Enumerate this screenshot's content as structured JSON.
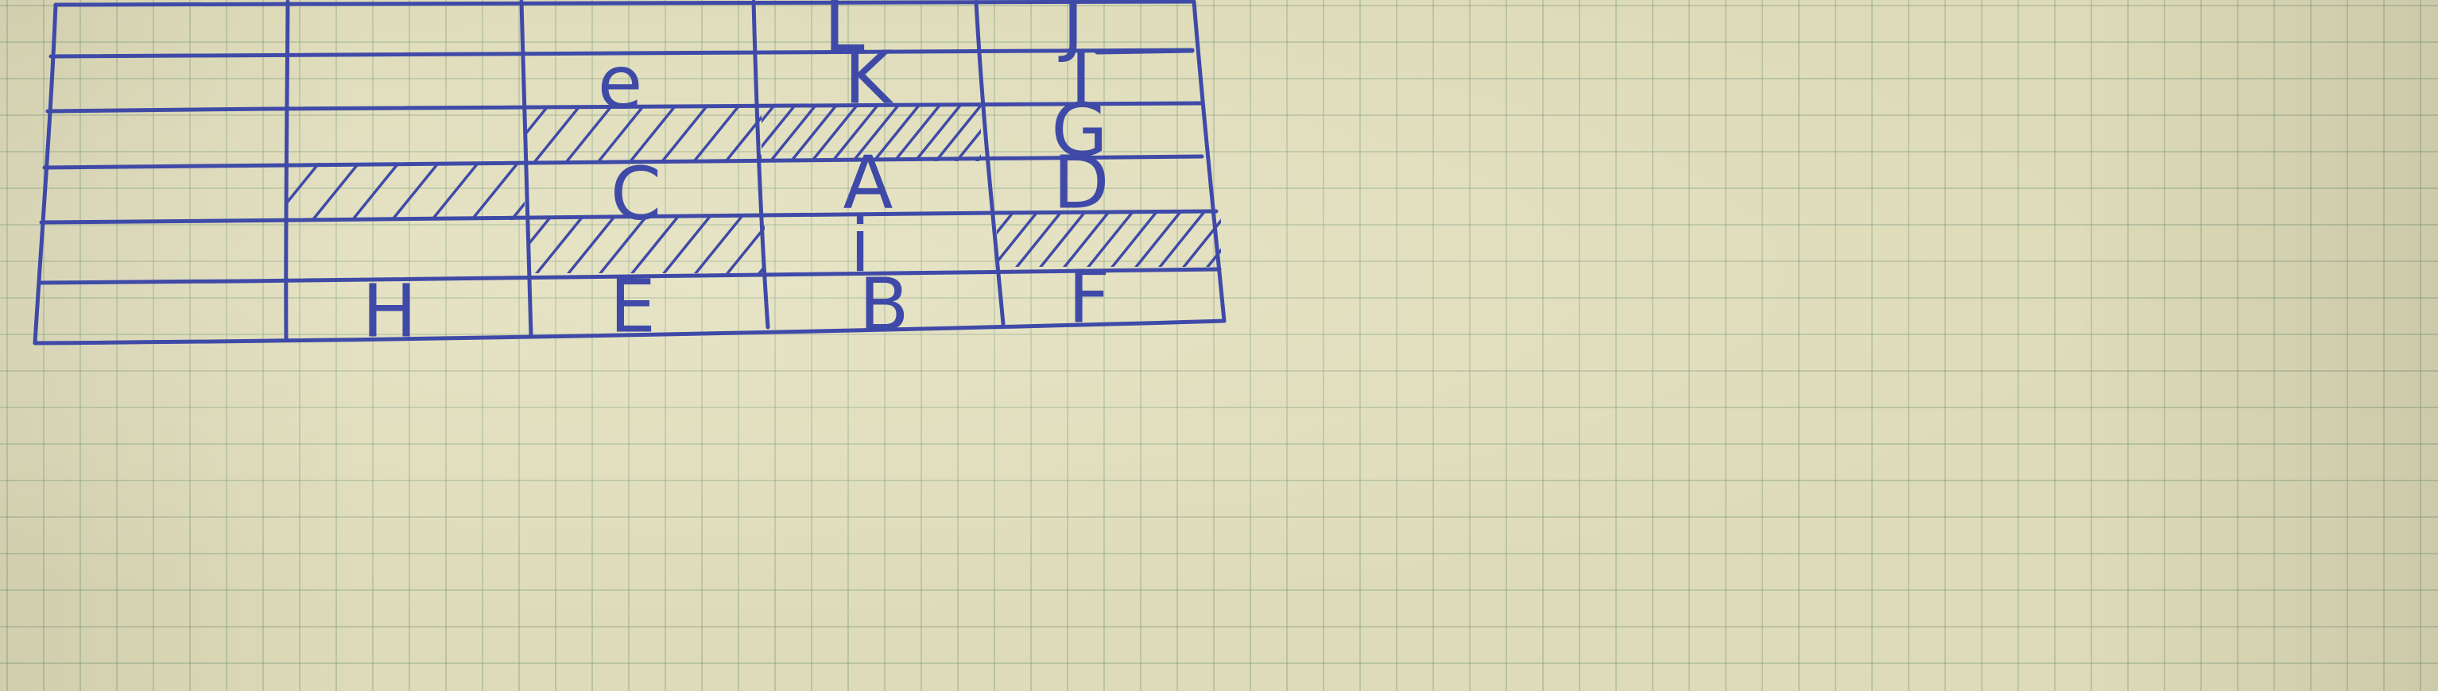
{
  "table": {
    "rows": 6,
    "cols": 5,
    "labels": [
      {
        "id": "L",
        "text": "L",
        "row": 0,
        "col": 3
      },
      {
        "id": "J",
        "text": "J",
        "row": 0,
        "col": 4
      },
      {
        "id": "e",
        "text": "e",
        "row": 1,
        "col": 2
      },
      {
        "id": "K",
        "text": "K",
        "row": 1,
        "col": 3
      },
      {
        "id": "I",
        "text": "I",
        "row": 1,
        "col": 4
      },
      {
        "id": "G",
        "text": "G",
        "row": 2,
        "col": 4
      },
      {
        "id": "C",
        "text": "C",
        "row": 3,
        "col": 2
      },
      {
        "id": "A",
        "text": "A",
        "row": 3,
        "col": 3
      },
      {
        "id": "D",
        "text": "D",
        "row": 3,
        "col": 4
      },
      {
        "id": "i",
        "text": "i",
        "row": 4,
        "col": 3
      },
      {
        "id": "H",
        "text": "H",
        "row": 5,
        "col": 1
      },
      {
        "id": "E",
        "text": "E",
        "row": 5,
        "col": 2
      },
      {
        "id": "B",
        "text": "B",
        "row": 5,
        "col": 3
      },
      {
        "id": "F",
        "text": "F",
        "row": 5,
        "col": 4
      }
    ],
    "hatched_cells": [
      {
        "row": 2,
        "col": 2
      },
      {
        "row": 2,
        "col": 3
      },
      {
        "row": 3,
        "col": 1
      },
      {
        "row": 4,
        "col": 2
      },
      {
        "row": 4,
        "col": 4
      }
    ]
  },
  "colors": {
    "ink": "#3f4aa8",
    "paper": "#dedbb8",
    "grid": "#8fa58f"
  }
}
